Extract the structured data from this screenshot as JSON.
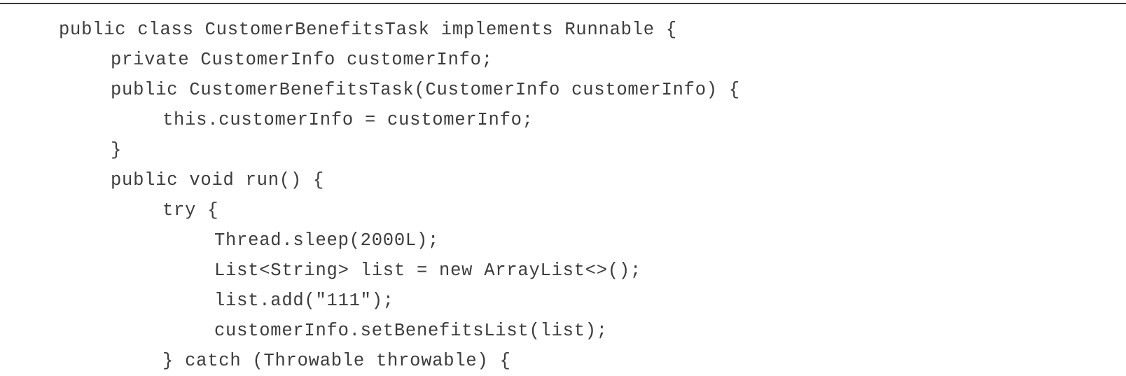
{
  "code": {
    "lines": [
      {
        "text": "public class CustomerBenefitsTask implements Runnable {",
        "indent": 0
      },
      {
        "text": "private CustomerInfo customerInfo;",
        "indent": 1
      },
      {
        "text": "public CustomerBenefitsTask(CustomerInfo customerInfo) {",
        "indent": 1
      },
      {
        "text": "this.customerInfo = customerInfo;",
        "indent": 2
      },
      {
        "text": "}",
        "indent": 1
      },
      {
        "text": "public void run() {",
        "indent": 1
      },
      {
        "text": "try {",
        "indent": 2
      },
      {
        "text": "Thread.sleep(2000L);",
        "indent": 3
      },
      {
        "text": "List<String> list = new ArrayList<>();",
        "indent": 3
      },
      {
        "text": "list.add(\"111\");",
        "indent": 3
      },
      {
        "text": "customerInfo.setBenefitsList(list);",
        "indent": 3
      },
      {
        "text": "} catch (Throwable throwable) {",
        "indent": 2
      }
    ]
  }
}
